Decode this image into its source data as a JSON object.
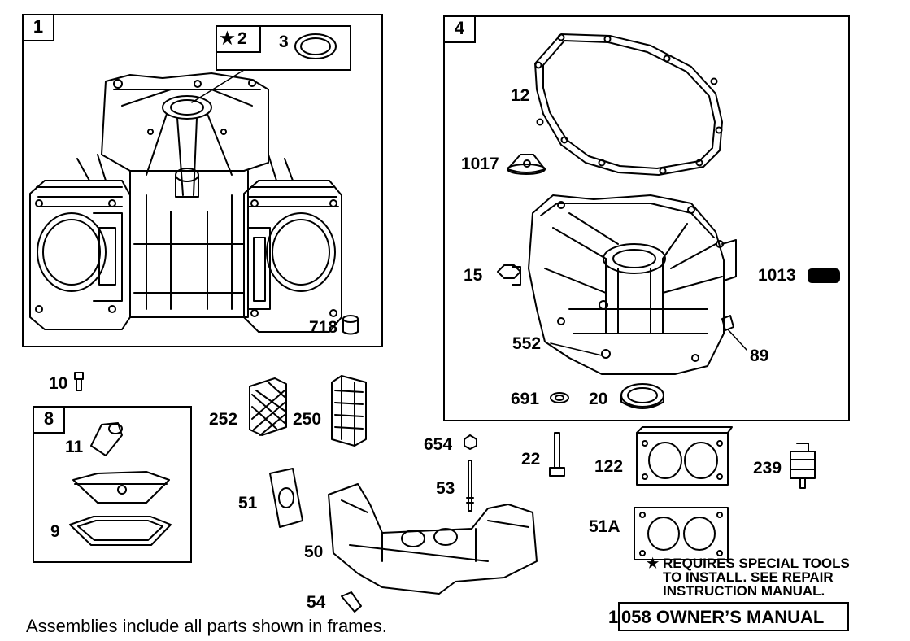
{
  "frames": {
    "f1": "1",
    "f4": "4",
    "f8": "8"
  },
  "parts": {
    "p2": "2",
    "p3": "3",
    "p718": "718",
    "p12": "12",
    "p1017": "1017",
    "p15": "15",
    "p1013": "1013",
    "p552": "552",
    "p89": "89",
    "p691": "691",
    "p20": "20",
    "p10": "10",
    "p252": "252",
    "p250": "250",
    "p11": "11",
    "p9": "9",
    "p654": "654",
    "p53": "53",
    "p22": "22",
    "p122": "122",
    "p239": "239",
    "p51": "51",
    "p50": "50",
    "p51A": "51A",
    "p54": "54"
  },
  "notes": {
    "star": "★",
    "special_line1": "REQUIRES SPECIAL TOOLS",
    "special_line2": "TO INSTALL.  SEE REPAIR",
    "special_line3": "INSTRUCTION MANUAL.",
    "manual_prefix": "1",
    "manual_text": "058 OWNER’S MANUAL",
    "assemblies": "Assemblies include all parts shown in frames."
  }
}
